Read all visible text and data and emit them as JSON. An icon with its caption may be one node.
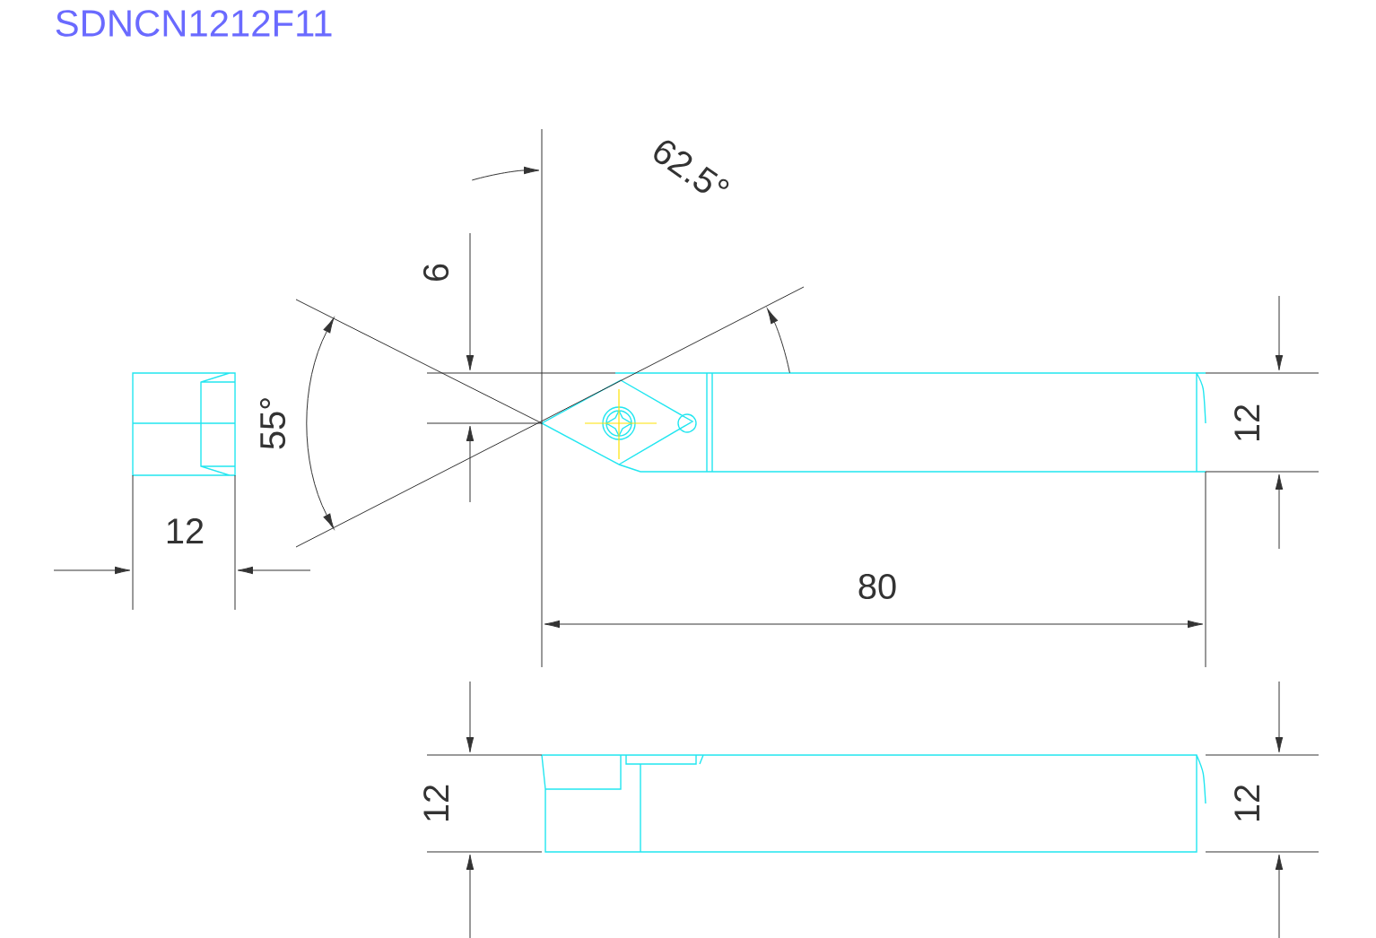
{
  "diagram": {
    "title": "SDNCN1212F11",
    "labels": [
      "62.5°",
      "6",
      "55°",
      "12",
      "12",
      "80",
      "12",
      "12"
    ]
  }
}
